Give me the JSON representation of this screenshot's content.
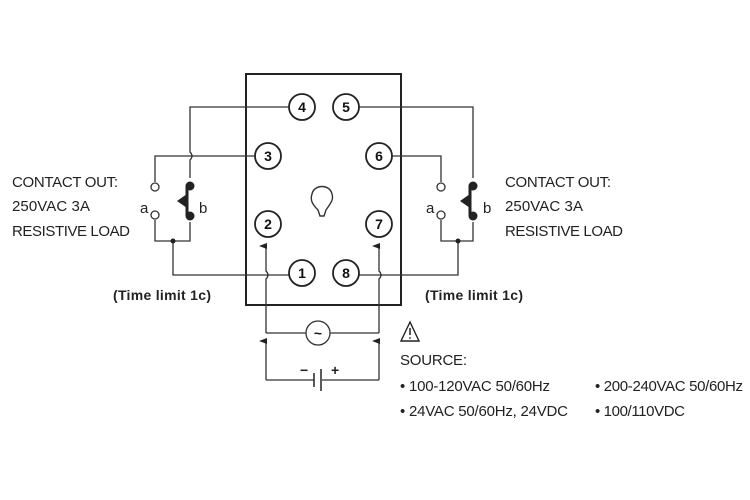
{
  "left_contact": {
    "label_lines": [
      "CONTACT OUT:",
      "250VAC 3A",
      "RESISTIVE LOAD"
    ],
    "a": "a",
    "b": "b",
    "caption": "(Time limit 1c)"
  },
  "right_contact": {
    "label_lines": [
      "CONTACT OUT:",
      "250VAC 3A",
      "RESISTIVE LOAD"
    ],
    "a": "a",
    "b": "b",
    "caption": "(Time limit 1c)"
  },
  "pins": [
    "1",
    "2",
    "3",
    "4",
    "5",
    "6",
    "7",
    "8"
  ],
  "ac_symbol": "~",
  "dc": {
    "minus": "−",
    "plus": "+"
  },
  "warning_icon": "warning-triangle-icon",
  "source": {
    "title": "SOURCE:",
    "items": [
      "• 100-120VAC 50/60Hz",
      "• 200-240VAC 50/60Hz",
      "• 24VAC 50/60Hz, 24VDC",
      "• 100/110VDC"
    ]
  }
}
